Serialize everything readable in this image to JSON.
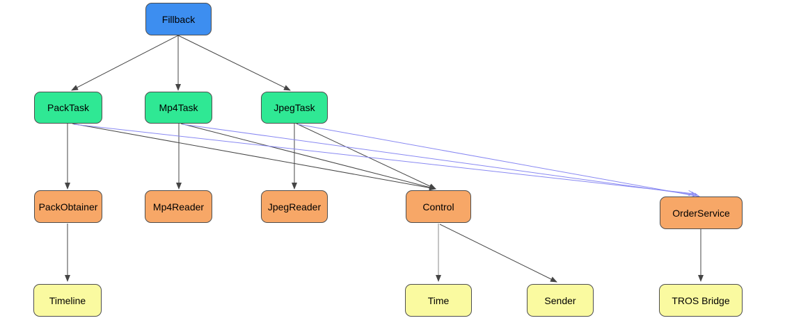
{
  "diagram": {
    "colors": {
      "background": "#ffffff",
      "node-root": "#3d8ef0",
      "node-task": "#2fe894",
      "node-module": "#f7a767",
      "node-sink": "#fafaa0",
      "node-border": "#4d4d4d",
      "edge": "#454545",
      "edge-soft": "#8a8a8a",
      "edge-order": "#8787f2",
      "text": "#000000"
    },
    "nodes": [
      {
        "id": "fillback",
        "label": "Fillback",
        "kind": "root"
      },
      {
        "id": "packtask",
        "label": "PackTask",
        "kind": "task"
      },
      {
        "id": "mp4task",
        "label": "Mp4Task",
        "kind": "task"
      },
      {
        "id": "jpegtask",
        "label": "JpegTask",
        "kind": "task"
      },
      {
        "id": "packobtainer",
        "label": "PackObtainer",
        "kind": "module"
      },
      {
        "id": "mp4reader",
        "label": "Mp4Reader",
        "kind": "module"
      },
      {
        "id": "jpegreader",
        "label": "JpegReader",
        "kind": "module"
      },
      {
        "id": "control",
        "label": "Control",
        "kind": "module"
      },
      {
        "id": "orderservice",
        "label": "OrderService",
        "kind": "module"
      },
      {
        "id": "timeline",
        "label": "Timeline",
        "kind": "sink"
      },
      {
        "id": "time",
        "label": "Time",
        "kind": "sink"
      },
      {
        "id": "sender",
        "label": "Sender",
        "kind": "sink"
      },
      {
        "id": "trosbridge",
        "label": "TROS Bridge",
        "kind": "sink"
      }
    ],
    "edges": [
      {
        "from": "Fillback",
        "to": "PackTask",
        "style": "dark"
      },
      {
        "from": "Fillback",
        "to": "Mp4Task",
        "style": "dark"
      },
      {
        "from": "Fillback",
        "to": "JpegTask",
        "style": "dark"
      },
      {
        "from": "PackTask",
        "to": "PackObtainer",
        "style": "dark"
      },
      {
        "from": "Mp4Task",
        "to": "Mp4Reader",
        "style": "dark"
      },
      {
        "from": "JpegTask",
        "to": "JpegReader",
        "style": "dark"
      },
      {
        "from": "PackTask",
        "to": "Control",
        "style": "dark"
      },
      {
        "from": "Mp4Task",
        "to": "Control",
        "style": "dark"
      },
      {
        "from": "JpegTask",
        "to": "Control",
        "style": "dark"
      },
      {
        "from": "PackTask",
        "to": "OrderService",
        "style": "order"
      },
      {
        "from": "Mp4Task",
        "to": "OrderService",
        "style": "order"
      },
      {
        "from": "JpegTask",
        "to": "OrderService",
        "style": "order"
      },
      {
        "from": "PackObtainer",
        "to": "Timeline",
        "style": "dark"
      },
      {
        "from": "Control",
        "to": "Time",
        "style": "dark"
      },
      {
        "from": "Control",
        "to": "Sender",
        "style": "dark"
      },
      {
        "from": "OrderService",
        "to": "TROS Bridge",
        "style": "dark"
      }
    ]
  }
}
